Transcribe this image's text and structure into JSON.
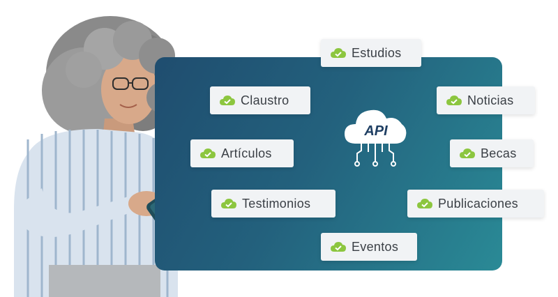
{
  "api_label": "API",
  "tags": [
    {
      "label": "Estudios"
    },
    {
      "label": "Claustro"
    },
    {
      "label": "Noticias"
    },
    {
      "label": "Artículos"
    },
    {
      "label": "Becas"
    },
    {
      "label": "Testimonios"
    },
    {
      "label": "Publicaciones"
    },
    {
      "label": "Eventos"
    }
  ],
  "colors": {
    "panel_start": "#1f4d6f",
    "panel_end": "#2a8a96",
    "check_green": "#8cc63f",
    "pill_bg": "#f1f3f5",
    "api_text": "#1f3f63"
  }
}
